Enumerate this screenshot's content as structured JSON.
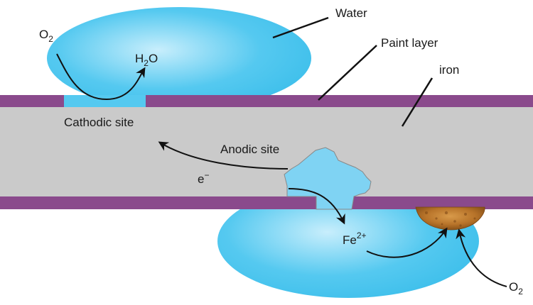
{
  "labels": {
    "water": "Water",
    "paint_layer": "Paint layer",
    "iron": "iron",
    "cathodic_site": "Cathodic site",
    "anodic_site": "Anodic site",
    "oxygen_top": {
      "base": "O",
      "sub": "2"
    },
    "water_product": {
      "pre": "H",
      "sub": "2",
      "post": "O"
    },
    "electron": {
      "base": "e",
      "sup": "−"
    },
    "ferrous_ion": {
      "base": "Fe",
      "sup": "2+"
    },
    "oxygen_bottom": {
      "base": "O",
      "sub": "2"
    }
  },
  "colors": {
    "water": "#3fc3ee",
    "water_light": "#bfe9fa",
    "paint": "#8a4a8c",
    "iron": "#cacaca",
    "iron_edge": "#9a9a9a",
    "rust": "#b8742a",
    "rust_dark": "#7a4514",
    "arrow": "#111111",
    "leader_line": "#111111"
  }
}
